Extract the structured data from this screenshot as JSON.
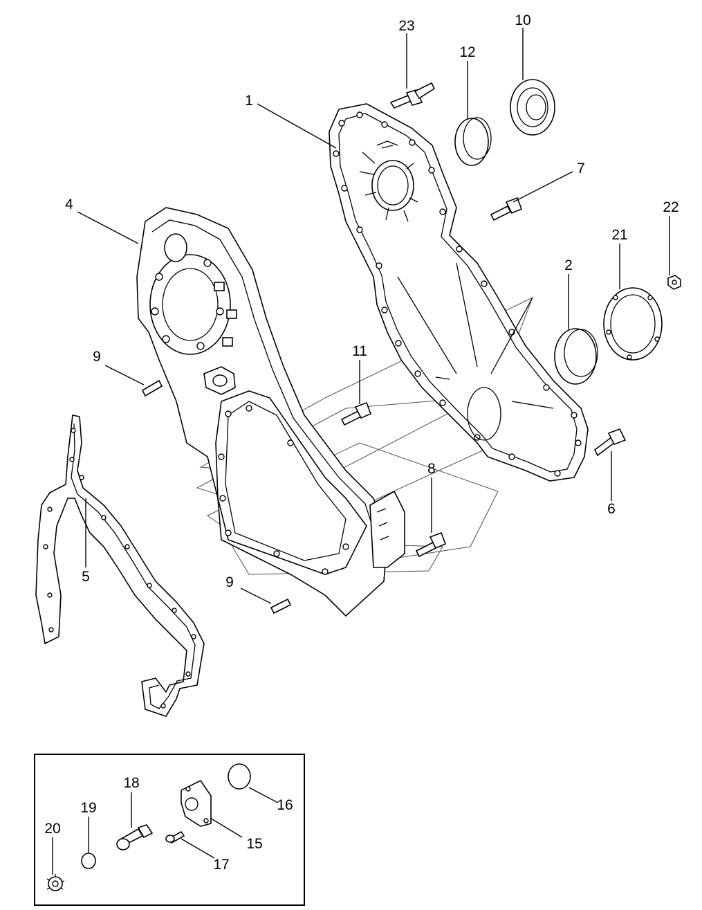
{
  "diagram": {
    "type": "exploded parts diagram",
    "callouts": [
      "1",
      "2",
      "4",
      "5",
      "6",
      "7",
      "8",
      "9",
      "9",
      "10",
      "11",
      "12",
      "15",
      "16",
      "17",
      "18",
      "19",
      "20",
      "21",
      "22",
      "23"
    ]
  }
}
